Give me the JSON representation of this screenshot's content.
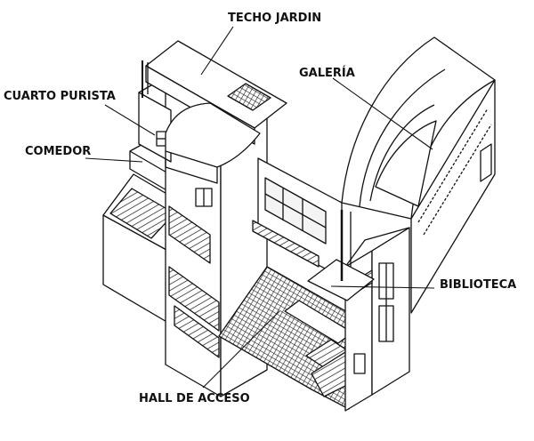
{
  "labels": {
    "techo_jardin": "TECHO JARDIN",
    "cuarto_purista": "CUARTO PURISTA",
    "comedor": "COMEDOR",
    "galeria": "GALERÍA",
    "biblioteca": "BIBLIOTECA",
    "hall_de_acceso": "HALL DE ACCESO"
  },
  "colors": {
    "ink": "#111111",
    "background": "#ffffff"
  }
}
